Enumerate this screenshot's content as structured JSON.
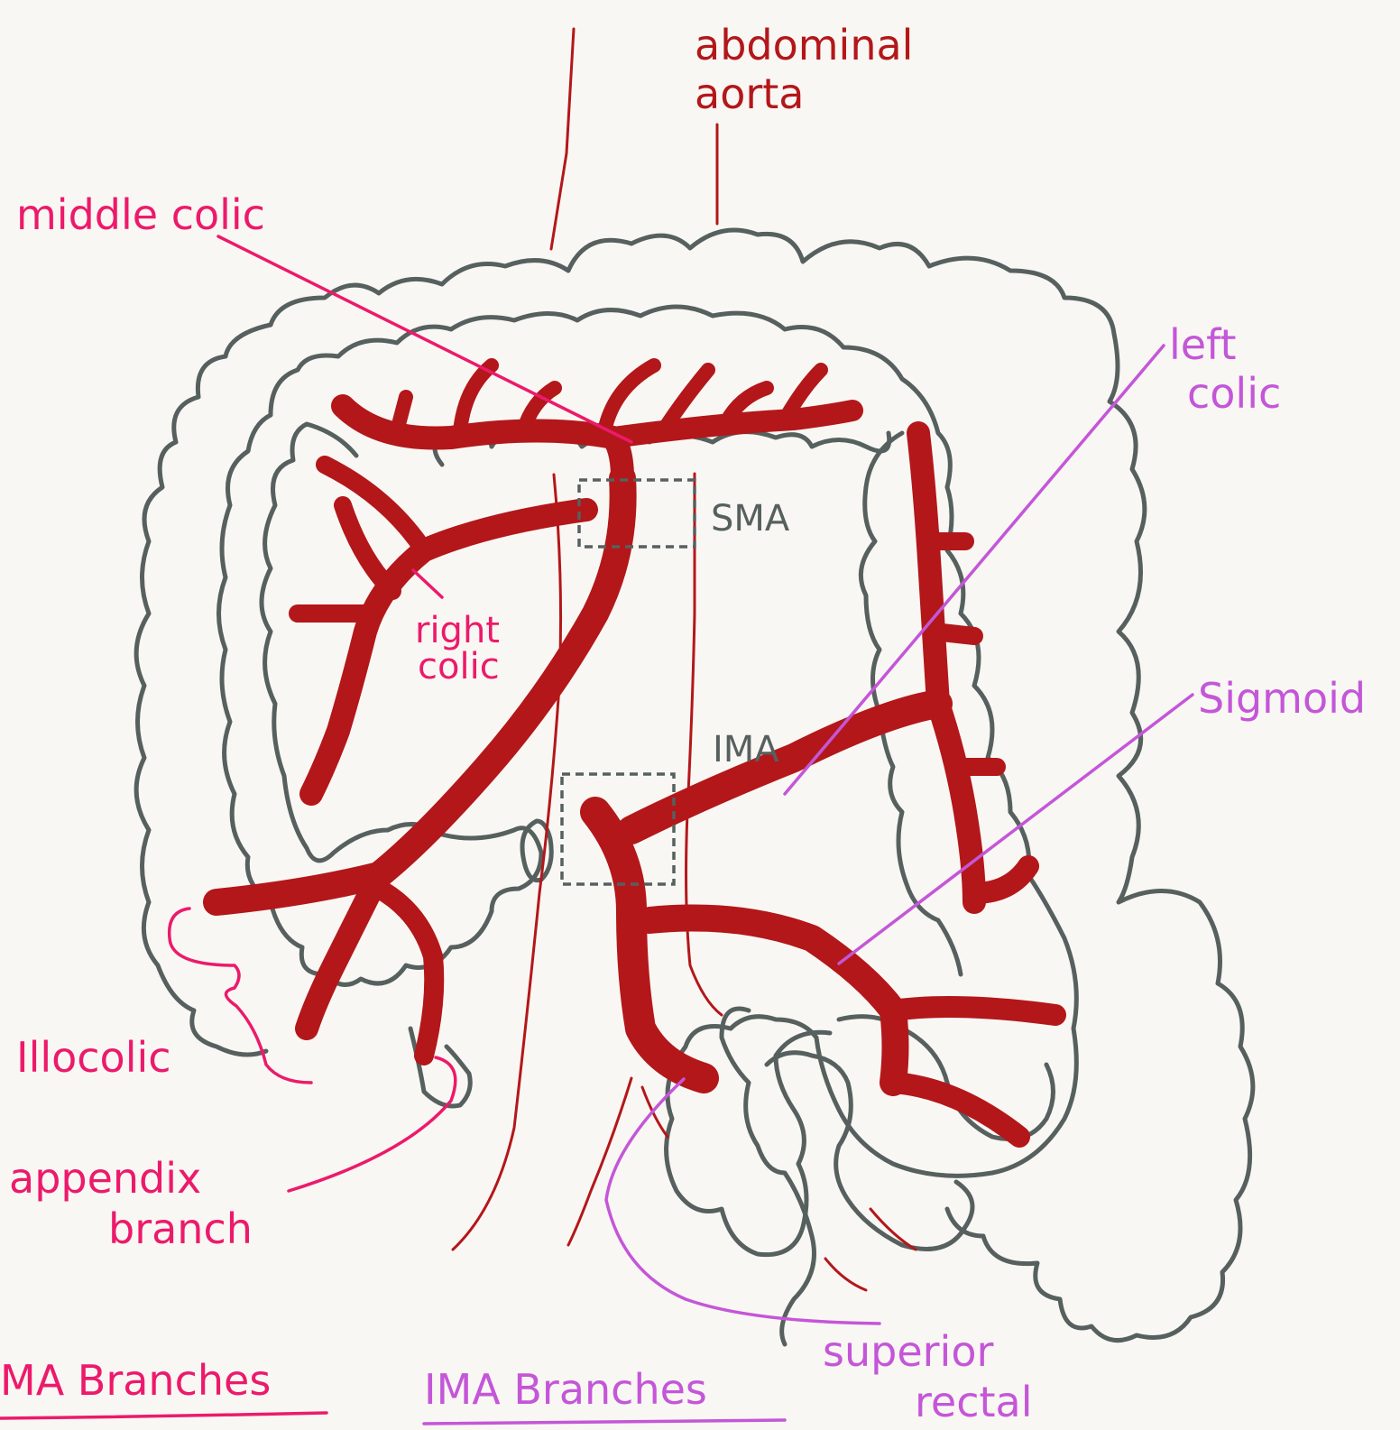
{
  "colors": {
    "artery": "#b3171a",
    "colon_outline": "#56605f",
    "sma_label": "#ec1a6b",
    "ima_label": "#c456d8",
    "background": "#f9f7f3"
  },
  "labels": {
    "aorta_line1": "abdominal",
    "aorta_line2": "aorta",
    "middle_colic": "middle colic",
    "right_colic_line1": "right",
    "right_colic_line2": "colic",
    "sma": "SMA",
    "ima": "IMA",
    "left_colic_line1": "left",
    "left_colic_line2": "colic",
    "sigmoid": "Sigmoid",
    "ileocolic": "Illocolic",
    "appendix_line1": "appendix",
    "appendix_line2": "branch",
    "superior_rectal_line1": "superior",
    "superior_rectal_line2": "rectal",
    "sma_branches_heading": "MA Branches",
    "ima_branches_heading": "IMA Branches"
  }
}
